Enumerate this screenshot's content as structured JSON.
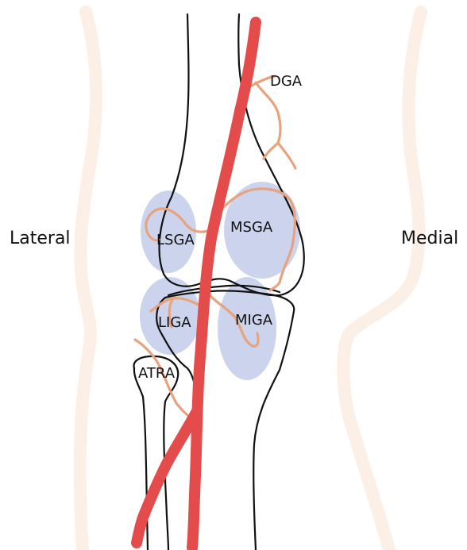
{
  "side_labels": {
    "lateral": "Lateral",
    "medial": "Medial"
  },
  "artery_labels": {
    "dga": "DGA",
    "msga": "MSGA",
    "lsga": "LSGA",
    "liga": "LIGA",
    "miga": "MIGA",
    "atra": "ATRA"
  },
  "colors": {
    "main_artery": "#e44b4b",
    "branch_arteries": "#e8a27e",
    "genicular_regions": "#b9c6e6",
    "bone_outline": "#111111",
    "leg_outline": "#fbefe6"
  }
}
